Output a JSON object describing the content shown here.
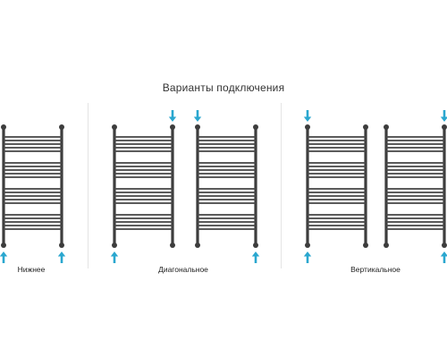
{
  "page": {
    "title": "Варианты подключения"
  },
  "groups": [
    {
      "label": "Нижнее"
    },
    {
      "label": "Диагональное"
    },
    {
      "label": "Вертикальное"
    }
  ],
  "colors": {
    "pipe": "#3d3d3d",
    "bar": "#4a4a4a",
    "arrow": "#2aa7cf",
    "divider": "#e4e4e4"
  },
  "icons": {
    "arrow": "arrow-icon"
  }
}
